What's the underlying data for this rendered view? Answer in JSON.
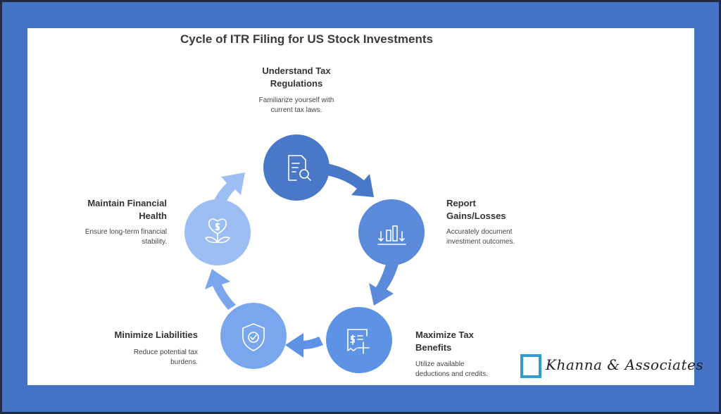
{
  "title": "Cycle of ITR Filing for US Stock Investments",
  "steps": [
    {
      "title_lines": [
        "Understand Tax",
        "Regulations"
      ],
      "desc_lines": [
        "Familiarize yourself with",
        "current tax laws."
      ],
      "icon": "document-search-icon",
      "color": "#4a78c9"
    },
    {
      "title_lines": [
        "Report",
        "Gains/Losses"
      ],
      "desc_lines": [
        "Accurately document",
        "investment outcomes."
      ],
      "icon": "bar-chart-icon",
      "color": "#5a8ad9"
    },
    {
      "title_lines": [
        "Maximize Tax",
        "Benefits"
      ],
      "desc_lines": [
        "Utilize available",
        "deductions and credits."
      ],
      "icon": "tax-receipt-plus-icon",
      "color": "#5e92e4"
    },
    {
      "title_lines": [
        "Minimize Liabilities"
      ],
      "desc_lines": [
        "Reduce potential tax",
        "burdens."
      ],
      "icon": "shield-check-icon",
      "color": "#79a6ec"
    },
    {
      "title_lines": [
        "Maintain Financial",
        "Health"
      ],
      "desc_lines": [
        "Ensure long-term financial",
        "stability."
      ],
      "icon": "heart-hand-icon",
      "color": "#9dbef3"
    }
  ],
  "logo": {
    "text": "Khanna & Associates"
  },
  "colors": {
    "frame": "#4472c4",
    "dark_frame": "#1f2a44",
    "logo_box": "#2e9bd6"
  }
}
